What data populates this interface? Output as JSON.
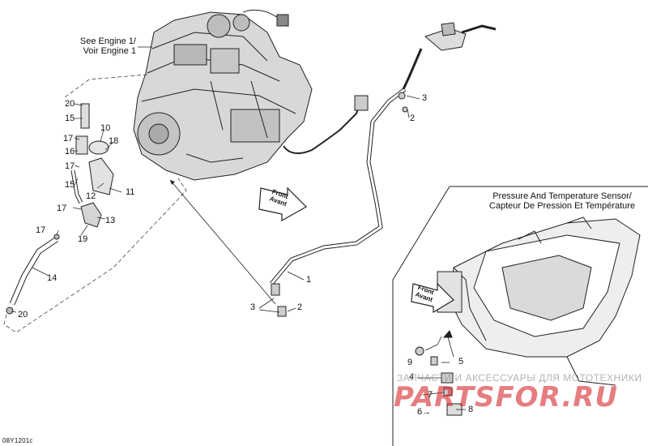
{
  "notes": {
    "engine_ref_line1": "See Engine 1/",
    "engine_ref_line2": "Voir Engine 1"
  },
  "inset": {
    "title_line1": "Pressure And Temperature Sensor/",
    "title_line2": "Capteur De Pression Et Température"
  },
  "front_arrow": {
    "line1": "Front",
    "line2": "Avant"
  },
  "callouts": {
    "c20a": "20",
    "c15a": "15",
    "c17a": "17",
    "c16": "16",
    "c10": "10",
    "c18": "18",
    "c17b": "17",
    "c15b": "15",
    "c12": "12",
    "c11": "11",
    "c17c": "17",
    "c13": "13",
    "c17d": "17",
    "c19": "19",
    "c14": "14",
    "c20b": "20",
    "c3a": "3",
    "c2a": "2",
    "c1": "1",
    "c3b": "3",
    "c2b": "2",
    "c9": "9",
    "c5": "5",
    "c4": "4",
    "c7": "7",
    "c6": "6→",
    "c8": "8"
  },
  "figure_code": "08Y1201c",
  "watermark": {
    "line1": "ЗАПЧАСТИ И АКСЕССУАРЫ ДЛЯ МОТОТЕХНИКИ",
    "line2": "PARTSFOR.RU"
  }
}
